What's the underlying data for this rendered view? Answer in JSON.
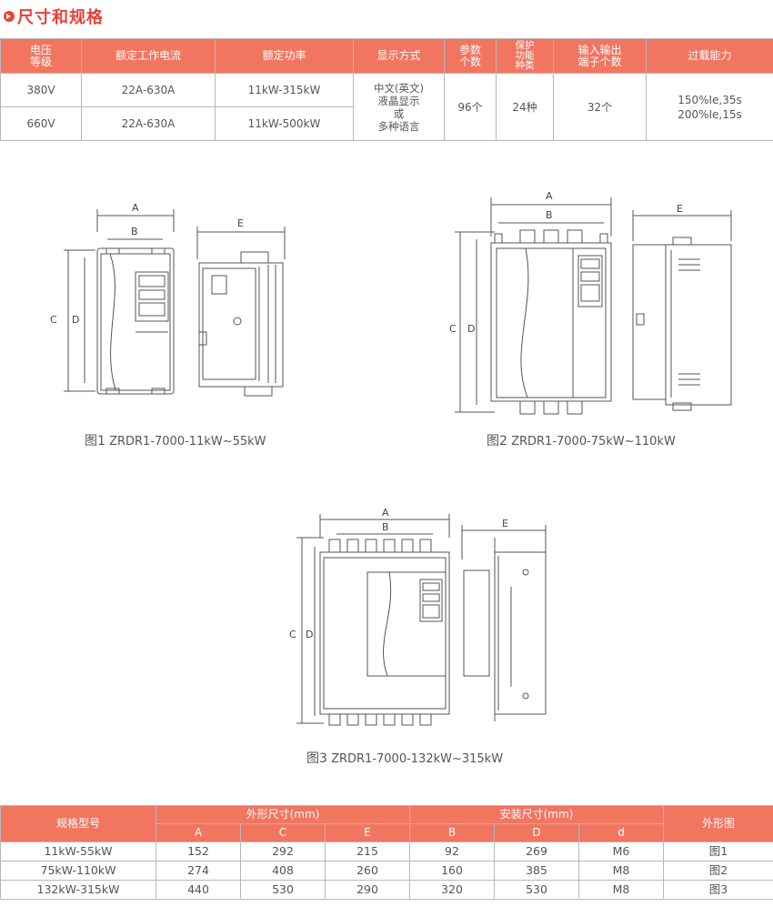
{
  "heading": "尺寸和规格",
  "spec_table": {
    "headers": [
      "电压\n等级",
      "额定工作电流",
      "额定功率",
      "显示方式",
      "参数\n个数",
      "保护\n功能\n种类",
      "输入输出\n端子个数",
      "过载能力"
    ],
    "rows": [
      {
        "voltage": "380V",
        "current": "22A-630A",
        "power": "11kW-315kW"
      },
      {
        "voltage": "660V",
        "current": "22A-630A",
        "power": "11kW-500kW"
      }
    ],
    "display_mode": "中文(英文)\n液晶显示\n或\n多种语言",
    "param_count": "96个",
    "protection_types": "24种",
    "io_terminals": "32个",
    "overload": "150%Ie,35s\n200%Ie,15s"
  },
  "figures": [
    {
      "caption_prefix": "图1",
      "caption_model": "ZRDR1-7000-11kW~55kW"
    },
    {
      "caption_prefix": "图2",
      "caption_model": "ZRDR1-7000-75kW~110kW"
    },
    {
      "caption_prefix": "图3",
      "caption_model": "ZRDR1-7000-132kW~315kW"
    }
  ],
  "dim_letters": {
    "a": "A",
    "b": "B",
    "c": "C",
    "d": "D",
    "e": "E"
  },
  "dim_table": {
    "model_header": "规格型号",
    "outer_header": "外形尺寸(mm)",
    "install_header": "安装尺寸(mm)",
    "figure_header": "外形图",
    "sub_headers": [
      "A",
      "C",
      "E",
      "B",
      "D",
      "d"
    ],
    "rows": [
      {
        "model": "11kW-55kW",
        "A": "152",
        "C": "292",
        "E": "215",
        "B": "92",
        "D": "269",
        "d": "M6",
        "fig": "图1"
      },
      {
        "model": "75kW-110kW",
        "A": "274",
        "C": "408",
        "E": "260",
        "B": "160",
        "D": "385",
        "d": "M8",
        "fig": "图2"
      },
      {
        "model": "132kW-315kW",
        "A": "440",
        "C": "530",
        "E": "290",
        "B": "320",
        "D": "530",
        "d": "M8",
        "fig": "图3"
      }
    ]
  },
  "colors": {
    "accent": "#e8413a",
    "header_bg": "#f27560",
    "line": "#555555"
  }
}
